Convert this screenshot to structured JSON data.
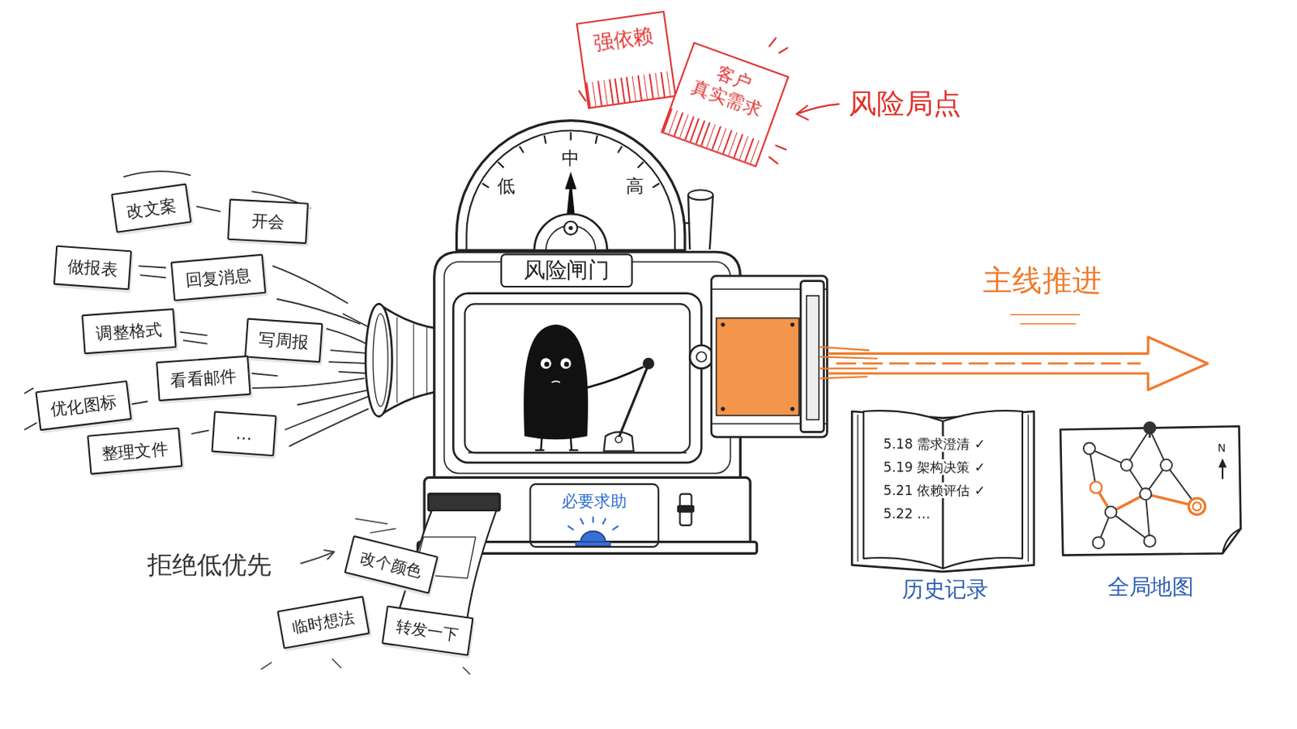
{
  "diagram": {
    "nodes": [
      {
        "text": [
          "改文案"
        ]
      },
      {
        "text": [
          "开会"
        ]
      },
      {
        "text": [
          "做报表"
        ]
      },
      {
        "text": [
          "回复消息"
        ]
      },
      {
        "text": [
          "调整格式"
        ]
      },
      {
        "text": [
          "写周报"
        ]
      },
      {
        "text": [
          "看看邮件"
        ]
      },
      {
        "text": [
          "优化图标"
        ]
      },
      {
        "text": [
          "整理文件"
        ]
      },
      {
        "text": [
          "…"
        ]
      },
      {
        "text": [
          "强依赖"
        ]
      },
      {
        "text": [
          "客户 真实需求"
        ]
      },
      {
        "text": [
          "风险闸门"
        ]
      },
      {
        "text": [
          "必要求助"
        ],
        "in": 12
      },
      {
        "text": [
          "改个颜色"
        ]
      },
      {
        "text": [
          "临时想法"
        ]
      },
      {
        "text": [
          "转发一下"
        ]
      },
      {
        "text": [
          "5.18 需求澄清 ✓",
          "5.19 架构决策 ✓",
          "5.21 依赖评估 ✓",
          "5.22 …",
          "历史记录"
        ]
      },
      {
        "text": [
          "N",
          "全局地图"
        ]
      }
    ],
    "labels": [
      "风险局点",
      "低",
      "中",
      "高",
      "主线推进",
      "拒绝低优先"
    ]
  }
}
